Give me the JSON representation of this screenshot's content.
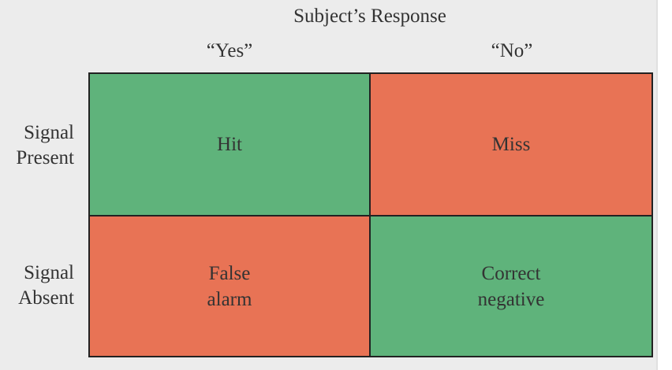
{
  "header": {
    "title": "Subject’s Response",
    "columns": [
      "“Yes”",
      "“No”"
    ]
  },
  "rows": [
    {
      "label": "Signal\nPresent"
    },
    {
      "label": "Signal\nAbsent"
    }
  ],
  "cells": {
    "hit": "Hit",
    "miss": "Miss",
    "false_alarm": "False\nalarm",
    "correct_negative": "Correct\nnegative"
  },
  "colors": {
    "correct": "#5fb37b",
    "error": "#e87355",
    "background": "#ececec",
    "text": "#333333",
    "border": "#222222"
  }
}
